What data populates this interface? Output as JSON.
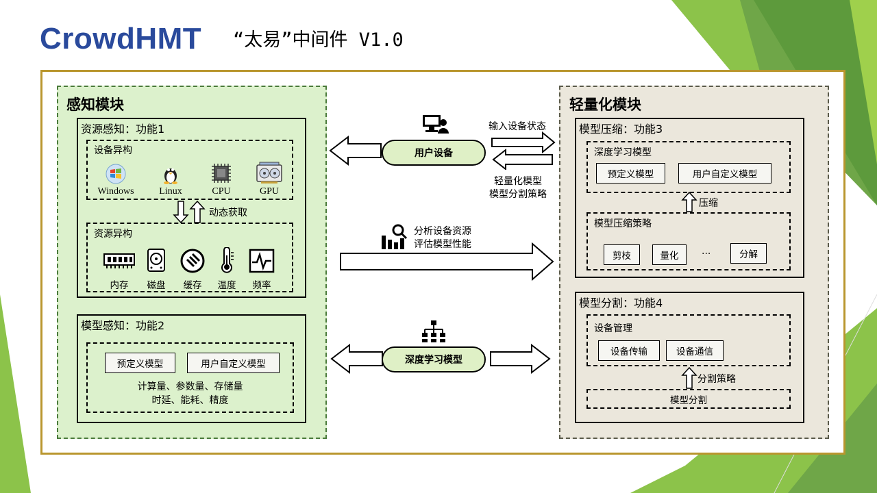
{
  "header": {
    "logo_text": "CrowdHMT",
    "title": "“太易”中间件 V1.0"
  },
  "perception": {
    "title": "感知模块",
    "resource": {
      "title": "资源感知：功能1",
      "device_group": {
        "title": "设备异构",
        "items": [
          {
            "label": "Windows",
            "icon": "windows-icon"
          },
          {
            "label": "Linux",
            "icon": "linux-icon"
          },
          {
            "label": "CPU",
            "icon": "cpu-icon"
          },
          {
            "label": "GPU",
            "icon": "gpu-icon"
          }
        ]
      },
      "dynamic_label": "动态获取",
      "resource_group": {
        "title": "资源异构",
        "items": [
          {
            "label": "内存",
            "icon": "memory-icon"
          },
          {
            "label": "磁盘",
            "icon": "disk-icon"
          },
          {
            "label": "缓存",
            "icon": "cache-icon"
          },
          {
            "label": "温度",
            "icon": "temperature-icon"
          },
          {
            "label": "频率",
            "icon": "frequency-icon"
          }
        ]
      }
    },
    "model": {
      "title": "模型感知：功能2",
      "predefined": "预定义模型",
      "custom": "用户自定义模型",
      "metrics_line1": "计算量、参数量、存储量",
      "metrics_line2": "时延、能耗、精度"
    }
  },
  "middle": {
    "user_device": "用户设备",
    "input_state": "输入设备状态",
    "return_line1": "轻量化模型",
    "return_line2": "模型分割策略",
    "analyze_line1": "分析设备资源",
    "analyze_line2": "评估模型性能",
    "dl_model": "深度学习模型"
  },
  "lightweight": {
    "title": "轻量化模块",
    "compression": {
      "title": "模型压缩：功能3",
      "dl_group": {
        "title": "深度学习模型",
        "predefined": "预定义模型",
        "custom": "用户自定义模型"
      },
      "compress_label": "压缩",
      "strategy": {
        "title": "模型压缩策略",
        "items": [
          "剪枝",
          "量化",
          "···",
          "分解"
        ]
      }
    },
    "split": {
      "title": "模型分割：功能4",
      "device_mgmt": {
        "title": "设备管理",
        "transfer": "设备传输",
        "comm": "设备通信"
      },
      "strategy_label": "分割策略",
      "split_box": "模型分割"
    }
  },
  "colors": {
    "logo": "#2a4a9c",
    "frame": "#b9962e",
    "green_panel": "#dcf1cc",
    "beige_panel": "#ebe7dc",
    "pill": "#dff0c6",
    "accent_green": "#8dc63f"
  }
}
